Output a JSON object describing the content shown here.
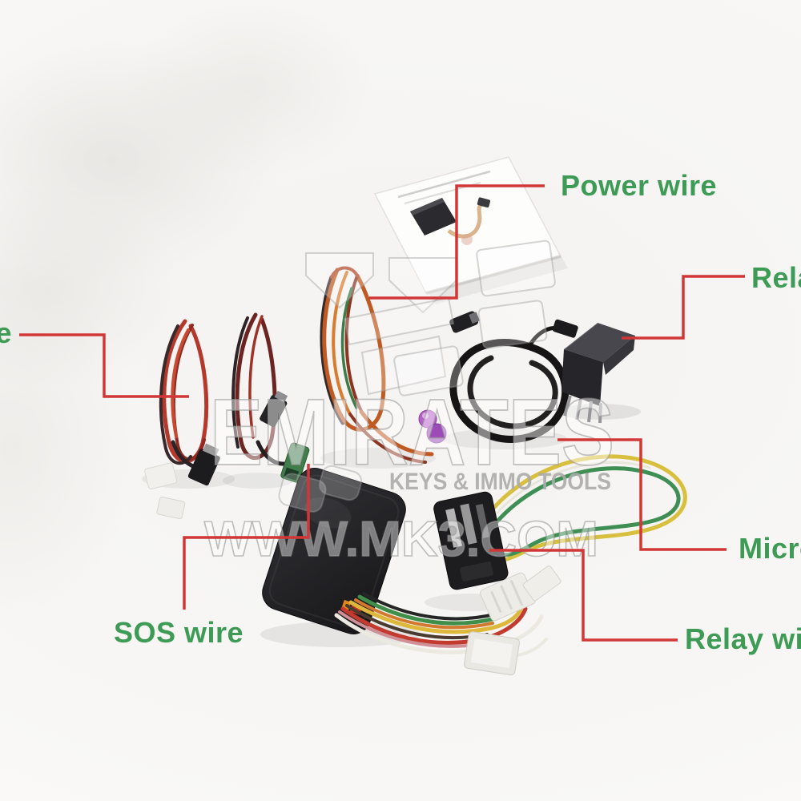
{
  "labels": {
    "power": "Power wire",
    "relay": "Relay",
    "left_partial": "wire",
    "sos": "SOS wire",
    "microphone": "Microphone",
    "relay_wire": "Relay wire"
  },
  "watermark": {
    "brand": "EMIRATES",
    "tagline": "KEYS & IMMO TOOLS",
    "website": "WWW.MK3.COM"
  },
  "colors": {
    "label_green": "#3d9b55",
    "callout_red": "#d23737",
    "watermark_gray": "#9a9a9a"
  }
}
